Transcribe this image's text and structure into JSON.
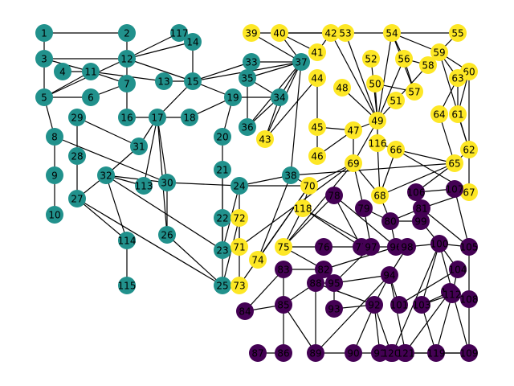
{
  "colors": {
    "community_teal": "#21918c",
    "community_yellow": "#fde725",
    "community_purple": "#440154"
  },
  "nodes": [
    {
      "id": "1",
      "group": "teal"
    },
    {
      "id": "2",
      "group": "teal"
    },
    {
      "id": "3",
      "group": "teal"
    },
    {
      "id": "4",
      "group": "teal"
    },
    {
      "id": "5",
      "group": "teal"
    },
    {
      "id": "6",
      "group": "teal"
    },
    {
      "id": "7",
      "group": "teal"
    },
    {
      "id": "8",
      "group": "teal"
    },
    {
      "id": "9",
      "group": "teal"
    },
    {
      "id": "10",
      "group": "teal"
    },
    {
      "id": "11",
      "group": "teal"
    },
    {
      "id": "12",
      "group": "teal"
    },
    {
      "id": "13",
      "group": "teal"
    },
    {
      "id": "14",
      "group": "teal"
    },
    {
      "id": "15",
      "group": "teal"
    },
    {
      "id": "16",
      "group": "teal"
    },
    {
      "id": "17",
      "group": "teal"
    },
    {
      "id": "18",
      "group": "teal"
    },
    {
      "id": "19",
      "group": "teal"
    },
    {
      "id": "20",
      "group": "teal"
    },
    {
      "id": "21",
      "group": "teal"
    },
    {
      "id": "22",
      "group": "teal"
    },
    {
      "id": "23",
      "group": "teal"
    },
    {
      "id": "24",
      "group": "teal"
    },
    {
      "id": "25",
      "group": "teal"
    },
    {
      "id": "26",
      "group": "teal"
    },
    {
      "id": "27",
      "group": "teal"
    },
    {
      "id": "28",
      "group": "teal"
    },
    {
      "id": "29",
      "group": "teal"
    },
    {
      "id": "30",
      "group": "teal"
    },
    {
      "id": "31",
      "group": "teal"
    },
    {
      "id": "32",
      "group": "teal"
    },
    {
      "id": "33",
      "group": "teal"
    },
    {
      "id": "34",
      "group": "teal"
    },
    {
      "id": "35",
      "group": "teal"
    },
    {
      "id": "36",
      "group": "teal"
    },
    {
      "id": "37",
      "group": "teal"
    },
    {
      "id": "38",
      "group": "teal"
    },
    {
      "id": "113",
      "group": "teal"
    },
    {
      "id": "114",
      "group": "teal"
    },
    {
      "id": "115",
      "group": "teal"
    },
    {
      "id": "117",
      "group": "teal"
    },
    {
      "id": "39",
      "group": "yellow"
    },
    {
      "id": "40",
      "group": "yellow"
    },
    {
      "id": "41",
      "group": "yellow"
    },
    {
      "id": "42",
      "group": "yellow"
    },
    {
      "id": "43",
      "group": "yellow"
    },
    {
      "id": "44",
      "group": "yellow"
    },
    {
      "id": "45",
      "group": "yellow"
    },
    {
      "id": "46",
      "group": "yellow"
    },
    {
      "id": "47",
      "group": "yellow"
    },
    {
      "id": "48",
      "group": "yellow"
    },
    {
      "id": "49",
      "group": "yellow"
    },
    {
      "id": "50",
      "group": "yellow"
    },
    {
      "id": "51",
      "group": "yellow"
    },
    {
      "id": "52",
      "group": "yellow"
    },
    {
      "id": "53",
      "group": "yellow"
    },
    {
      "id": "54",
      "group": "yellow"
    },
    {
      "id": "55",
      "group": "yellow"
    },
    {
      "id": "56",
      "group": "yellow"
    },
    {
      "id": "57",
      "group": "yellow"
    },
    {
      "id": "58",
      "group": "yellow"
    },
    {
      "id": "59",
      "group": "yellow"
    },
    {
      "id": "60",
      "group": "yellow"
    },
    {
      "id": "61",
      "group": "yellow"
    },
    {
      "id": "62",
      "group": "yellow"
    },
    {
      "id": "63",
      "group": "yellow"
    },
    {
      "id": "64",
      "group": "yellow"
    },
    {
      "id": "65",
      "group": "yellow"
    },
    {
      "id": "66",
      "group": "yellow"
    },
    {
      "id": "67",
      "group": "yellow"
    },
    {
      "id": "68",
      "group": "yellow"
    },
    {
      "id": "69",
      "group": "yellow"
    },
    {
      "id": "70",
      "group": "yellow"
    },
    {
      "id": "71",
      "group": "yellow"
    },
    {
      "id": "72",
      "group": "yellow"
    },
    {
      "id": "73",
      "group": "yellow"
    },
    {
      "id": "74",
      "group": "yellow"
    },
    {
      "id": "75",
      "group": "yellow"
    },
    {
      "id": "116",
      "group": "yellow"
    },
    {
      "id": "118",
      "group": "yellow"
    },
    {
      "id": "76",
      "group": "purple"
    },
    {
      "id": "77",
      "group": "purple"
    },
    {
      "id": "78",
      "group": "purple"
    },
    {
      "id": "79",
      "group": "purple"
    },
    {
      "id": "80",
      "group": "purple"
    },
    {
      "id": "81",
      "group": "purple"
    },
    {
      "id": "82",
      "group": "purple"
    },
    {
      "id": "83",
      "group": "purple"
    },
    {
      "id": "84",
      "group": "purple"
    },
    {
      "id": "85",
      "group": "purple"
    },
    {
      "id": "86",
      "group": "purple"
    },
    {
      "id": "87",
      "group": "purple"
    },
    {
      "id": "88",
      "group": "purple"
    },
    {
      "id": "89",
      "group": "purple"
    },
    {
      "id": "90",
      "group": "purple"
    },
    {
      "id": "91",
      "group": "purple"
    },
    {
      "id": "92",
      "group": "purple"
    },
    {
      "id": "93",
      "group": "purple"
    },
    {
      "id": "94",
      "group": "purple"
    },
    {
      "id": "95",
      "group": "purple"
    },
    {
      "id": "96",
      "group": "purple"
    },
    {
      "id": "97",
      "group": "purple"
    },
    {
      "id": "98",
      "group": "purple"
    },
    {
      "id": "99",
      "group": "purple"
    },
    {
      "id": "100",
      "group": "purple"
    },
    {
      "id": "101",
      "group": "purple"
    },
    {
      "id": "102",
      "group": "purple"
    },
    {
      "id": "103",
      "group": "purple"
    },
    {
      "id": "104",
      "group": "purple"
    },
    {
      "id": "105",
      "group": "purple"
    },
    {
      "id": "106",
      "group": "purple"
    },
    {
      "id": "107",
      "group": "purple"
    },
    {
      "id": "108",
      "group": "purple"
    },
    {
      "id": "109",
      "group": "purple"
    },
    {
      "id": "110",
      "group": "purple"
    },
    {
      "id": "111",
      "group": "purple"
    },
    {
      "id": "112",
      "group": "purple"
    },
    {
      "id": "119",
      "group": "purple"
    },
    {
      "id": "120",
      "group": "purple"
    },
    {
      "id": "121",
      "group": "purple"
    }
  ],
  "edges": [
    [
      "1",
      "2"
    ],
    [
      "1",
      "3"
    ],
    [
      "3",
      "5"
    ],
    [
      "3",
      "12"
    ],
    [
      "3",
      "11"
    ],
    [
      "4",
      "11"
    ],
    [
      "5",
      "11"
    ],
    [
      "5",
      "6"
    ],
    [
      "5",
      "8"
    ],
    [
      "5",
      "12"
    ],
    [
      "6",
      "7"
    ],
    [
      "7",
      "11"
    ],
    [
      "7",
      "12"
    ],
    [
      "7",
      "16"
    ],
    [
      "11",
      "13"
    ],
    [
      "12",
      "2"
    ],
    [
      "12",
      "117"
    ],
    [
      "12",
      "14"
    ],
    [
      "12",
      "15"
    ],
    [
      "13",
      "15"
    ],
    [
      "117",
      "14"
    ],
    [
      "14",
      "15"
    ],
    [
      "15",
      "33"
    ],
    [
      "15",
      "37"
    ],
    [
      "15",
      "19"
    ],
    [
      "15",
      "17"
    ],
    [
      "16",
      "17"
    ],
    [
      "17",
      "18"
    ],
    [
      "17",
      "30"
    ],
    [
      "17",
      "113"
    ],
    [
      "17",
      "31"
    ],
    [
      "17",
      "26"
    ],
    [
      "18",
      "19"
    ],
    [
      "19",
      "20"
    ],
    [
      "19",
      "34"
    ],
    [
      "20",
      "21"
    ],
    [
      "21",
      "22"
    ],
    [
      "21",
      "23"
    ],
    [
      "22",
      "25"
    ],
    [
      "22",
      "23"
    ],
    [
      "24",
      "30"
    ],
    [
      "24",
      "38"
    ],
    [
      "24",
      "23"
    ],
    [
      "29",
      "31"
    ],
    [
      "29",
      "28"
    ],
    [
      "28",
      "27"
    ],
    [
      "27",
      "32"
    ],
    [
      "27",
      "25"
    ],
    [
      "27",
      "114"
    ],
    [
      "8",
      "9"
    ],
    [
      "8",
      "30"
    ],
    [
      "9",
      "10"
    ],
    [
      "31",
      "32"
    ],
    [
      "32",
      "113"
    ],
    [
      "32",
      "114"
    ],
    [
      "32",
      "23"
    ],
    [
      "30",
      "32"
    ],
    [
      "114",
      "115"
    ],
    [
      "26",
      "25"
    ],
    [
      "26",
      "30"
    ],
    [
      "33",
      "37"
    ],
    [
      "35",
      "37"
    ],
    [
      "35",
      "36"
    ],
    [
      "35",
      "34"
    ],
    [
      "36",
      "34"
    ],
    [
      "37",
      "38"
    ],
    [
      "37",
      "39"
    ],
    [
      "37",
      "40"
    ],
    [
      "37",
      "36"
    ],
    [
      "34",
      "43"
    ],
    [
      "34",
      "37"
    ],
    [
      "38",
      "70"
    ],
    [
      "38",
      "65"
    ],
    [
      "39",
      "40"
    ],
    [
      "40",
      "41"
    ],
    [
      "40",
      "42"
    ],
    [
      "42",
      "53"
    ],
    [
      "53",
      "54"
    ],
    [
      "54",
      "55"
    ],
    [
      "42",
      "49"
    ],
    [
      "53",
      "49"
    ],
    [
      "44",
      "45"
    ],
    [
      "44",
      "43"
    ],
    [
      "45",
      "46"
    ],
    [
      "45",
      "47"
    ],
    [
      "46",
      "47"
    ],
    [
      "47",
      "49"
    ],
    [
      "48",
      "49"
    ],
    [
      "49",
      "50"
    ],
    [
      "49",
      "51"
    ],
    [
      "49",
      "54"
    ],
    [
      "49",
      "56"
    ],
    [
      "49",
      "116"
    ],
    [
      "49",
      "69"
    ],
    [
      "50",
      "57"
    ],
    [
      "51",
      "59"
    ],
    [
      "52",
      "49"
    ],
    [
      "54",
      "56"
    ],
    [
      "54",
      "57"
    ],
    [
      "54",
      "59"
    ],
    [
      "55",
      "59"
    ],
    [
      "56",
      "58"
    ],
    [
      "56",
      "57"
    ],
    [
      "58",
      "59"
    ],
    [
      "59",
      "60"
    ],
    [
      "59",
      "63"
    ],
    [
      "59",
      "62"
    ],
    [
      "60",
      "61"
    ],
    [
      "60",
      "62"
    ],
    [
      "63",
      "61"
    ],
    [
      "63",
      "64"
    ],
    [
      "64",
      "65"
    ],
    [
      "61",
      "62"
    ],
    [
      "62",
      "65"
    ],
    [
      "62",
      "67"
    ],
    [
      "65",
      "66"
    ],
    [
      "65",
      "68"
    ],
    [
      "65",
      "106"
    ],
    [
      "66",
      "67"
    ],
    [
      "66",
      "116"
    ],
    [
      "116",
      "68"
    ],
    [
      "69",
      "70"
    ],
    [
      "69",
      "47"
    ],
    [
      "69",
      "68"
    ],
    [
      "69",
      "79"
    ],
    [
      "69",
      "71"
    ],
    [
      "69",
      "75"
    ],
    [
      "70",
      "118"
    ],
    [
      "70",
      "73"
    ],
    [
      "70",
      "74"
    ],
    [
      "70",
      "24"
    ],
    [
      "118",
      "75"
    ],
    [
      "118",
      "77"
    ],
    [
      "118",
      "97"
    ],
    [
      "71",
      "72"
    ],
    [
      "71",
      "73"
    ],
    [
      "71",
      "24"
    ],
    [
      "72",
      "25"
    ],
    [
      "68",
      "80"
    ],
    [
      "68",
      "66"
    ],
    [
      "75",
      "82"
    ],
    [
      "75",
      "78"
    ],
    [
      "76",
      "77"
    ],
    [
      "77",
      "78"
    ],
    [
      "78",
      "96"
    ],
    [
      "79",
      "80"
    ],
    [
      "79",
      "97"
    ],
    [
      "80",
      "81"
    ],
    [
      "80",
      "99"
    ],
    [
      "80",
      "96"
    ],
    [
      "81",
      "106"
    ],
    [
      "81",
      "105"
    ],
    [
      "81",
      "67"
    ],
    [
      "106",
      "107"
    ],
    [
      "107",
      "105"
    ],
    [
      "99",
      "100"
    ],
    [
      "100",
      "104"
    ],
    [
      "100",
      "98"
    ],
    [
      "100",
      "103"
    ],
    [
      "100",
      "102"
    ],
    [
      "100",
      "109"
    ],
    [
      "100",
      "105"
    ],
    [
      "96",
      "97"
    ],
    [
      "96",
      "98"
    ],
    [
      "96",
      "82"
    ],
    [
      "97",
      "95"
    ],
    [
      "98",
      "94"
    ],
    [
      "82",
      "83"
    ],
    [
      "82",
      "88"
    ],
    [
      "82",
      "95"
    ],
    [
      "83",
      "85"
    ],
    [
      "83",
      "84"
    ],
    [
      "85",
      "84"
    ],
    [
      "85",
      "89"
    ],
    [
      "85",
      "86"
    ],
    [
      "85",
      "88"
    ],
    [
      "88",
      "95"
    ],
    [
      "88",
      "89"
    ],
    [
      "88",
      "92"
    ],
    [
      "95",
      "94"
    ],
    [
      "92",
      "93"
    ],
    [
      "92",
      "90"
    ],
    [
      "92",
      "120"
    ],
    [
      "92",
      "91"
    ],
    [
      "92",
      "94"
    ],
    [
      "94",
      "101"
    ],
    [
      "94",
      "121"
    ],
    [
      "93",
      "95"
    ],
    [
      "89",
      "90"
    ],
    [
      "89",
      "94"
    ],
    [
      "90",
      "91"
    ],
    [
      "91",
      "120"
    ],
    [
      "120",
      "121"
    ],
    [
      "121",
      "119"
    ],
    [
      "119",
      "109"
    ],
    [
      "119",
      "112"
    ],
    [
      "119",
      "103"
    ],
    [
      "101",
      "104"
    ],
    [
      "103",
      "110"
    ],
    [
      "103",
      "112"
    ],
    [
      "110",
      "112"
    ],
    [
      "104",
      "112"
    ],
    [
      "105",
      "108"
    ],
    [
      "108",
      "109"
    ],
    [
      "108",
      "112"
    ],
    [
      "110",
      "111"
    ],
    [
      "111",
      "109"
    ],
    [
      "86",
      "87"
    ],
    [
      "43",
      "37"
    ],
    [
      "41",
      "42"
    ],
    [
      "40",
      "42"
    ],
    [
      "38",
      "74"
    ],
    [
      "75",
      "76"
    ]
  ]
}
